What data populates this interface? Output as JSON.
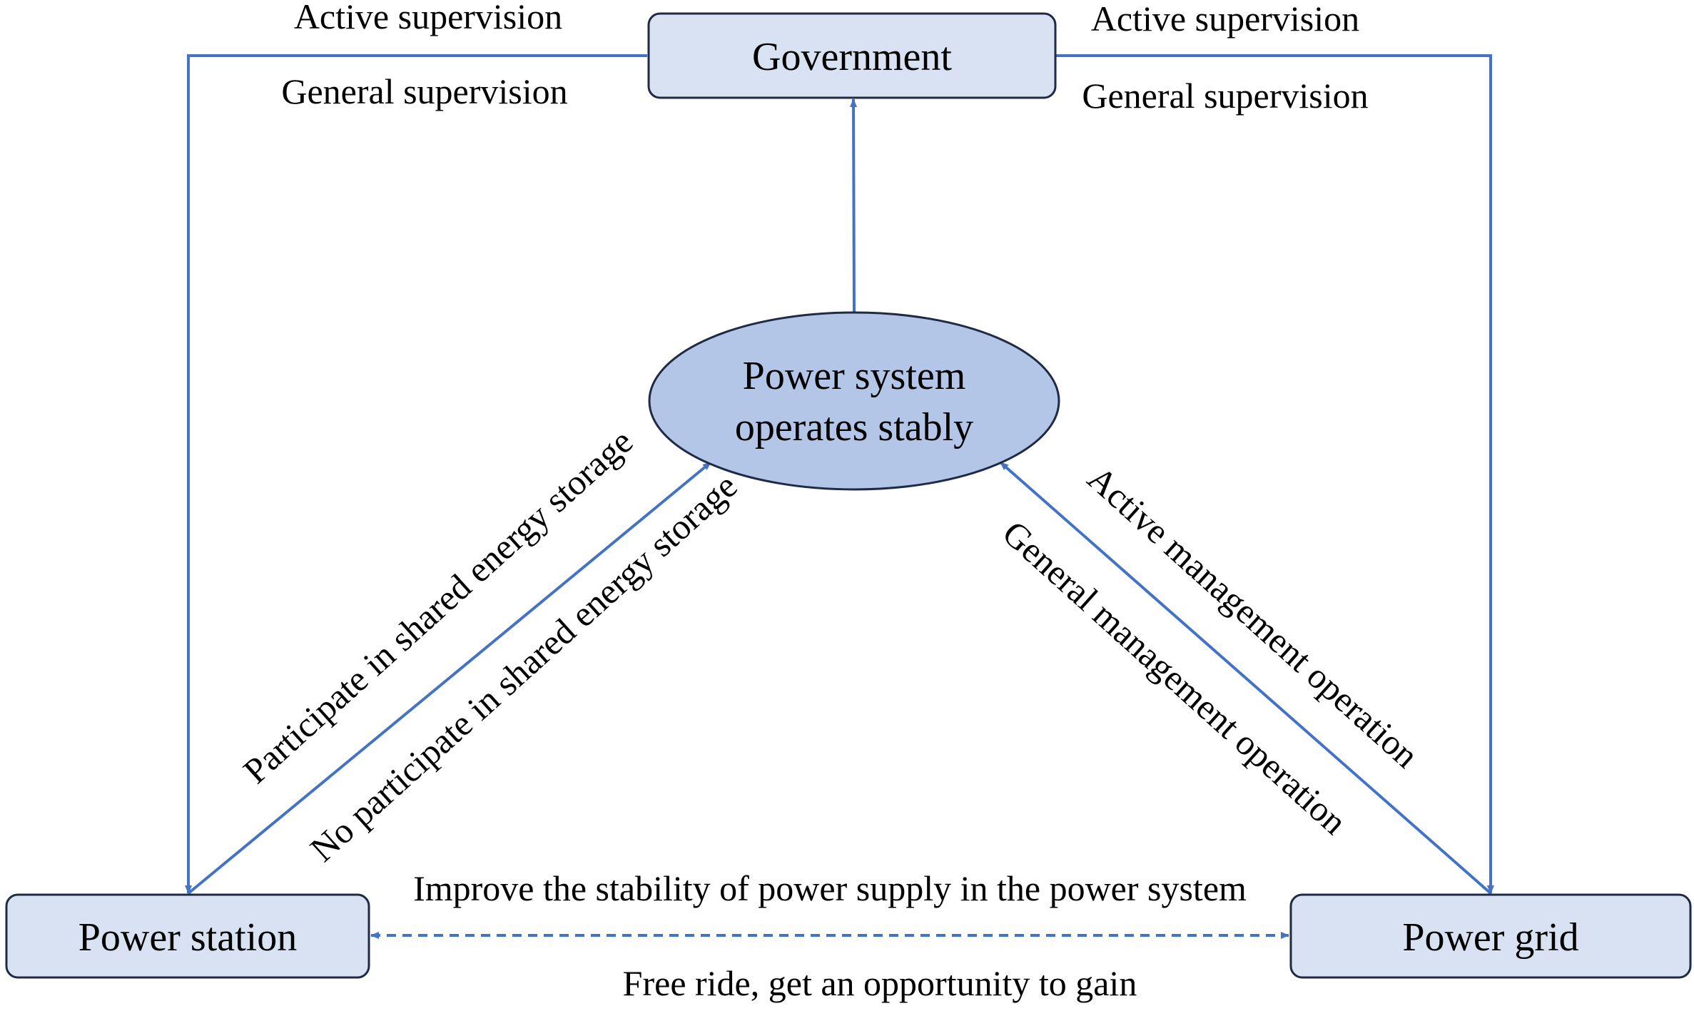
{
  "colors": {
    "box_fill": "#d9e2f3",
    "box_stroke": "#1f2a44",
    "ellipse_fill": "#b4c6e7",
    "arrow": "#4472c4",
    "text": "#000000"
  },
  "nodes": {
    "government": "Government",
    "center_line1": "Power system",
    "center_line2": "operates stably",
    "power_station": "Power station",
    "power_grid": "Power grid"
  },
  "edge_labels": {
    "gov_left_top": "Active supervision",
    "gov_left_bottom": "General supervision",
    "gov_right_top": "Active supervision",
    "gov_right_bottom": "General supervision",
    "station_participate": "Participate in shared energy storage",
    "station_no_participate": "No participate in shared energy storage",
    "grid_active": "Active management operation",
    "grid_general": "General management operation",
    "bottom_top": "Improve the stability of power supply in the power system",
    "bottom_bottom": "Free ride, get an opportunity to gain"
  }
}
